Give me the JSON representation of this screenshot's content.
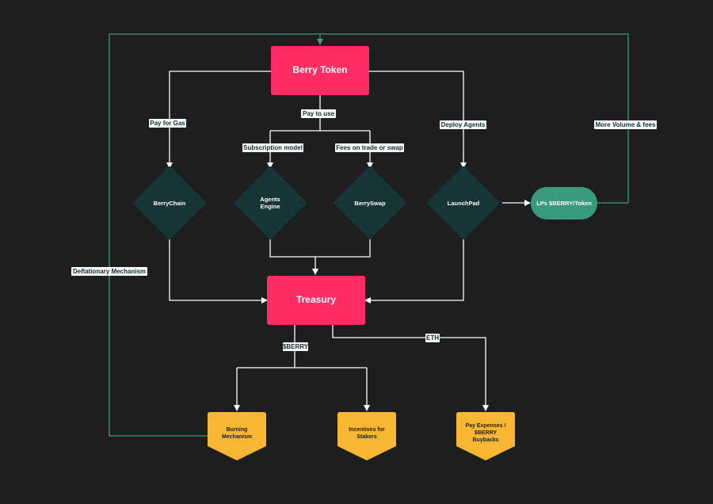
{
  "colors": {
    "background": "#1e1e1e",
    "token_box": "#ff2d63",
    "diamond": "#173436",
    "lp_pill": "#3a9a7e",
    "output": "#f7b733",
    "line_white": "#ffffff",
    "line_green": "#3a9a7e",
    "label_bg": "#ffffff",
    "label_text": "#0b2d2f"
  },
  "nodes": {
    "berry_token": "Berry Token",
    "berrychain": "BerryChain",
    "agents_engine_line1": "Agents",
    "agents_engine_line2": "Engine",
    "berryswap": "BerrySwap",
    "launchpad": "LaunchPad",
    "lps": "LPs $BERRY/Token",
    "treasury": "Treasury",
    "burning_line1": "Burning",
    "burning_line2": "Mechanism",
    "incentives_line1": "Incentives for",
    "incentives_line2": "Stakers",
    "expenses_line1": "Pay Expenses /",
    "expenses_line2": "$BERRY",
    "expenses_line3": "Buybacks"
  },
  "edges": {
    "pay_for_gas": "Pay for Gas",
    "pay_to_use": "Pay to use",
    "subscription_model": "Subscription model",
    "fees_on_trade": "Fees on trade or swap",
    "deploy_agents": "Deploy Agents",
    "more_volume": "More Volume & fees",
    "deflationary": "Deflationary Mechanism",
    "sberry": "$BERRY",
    "eth": "ETH"
  }
}
